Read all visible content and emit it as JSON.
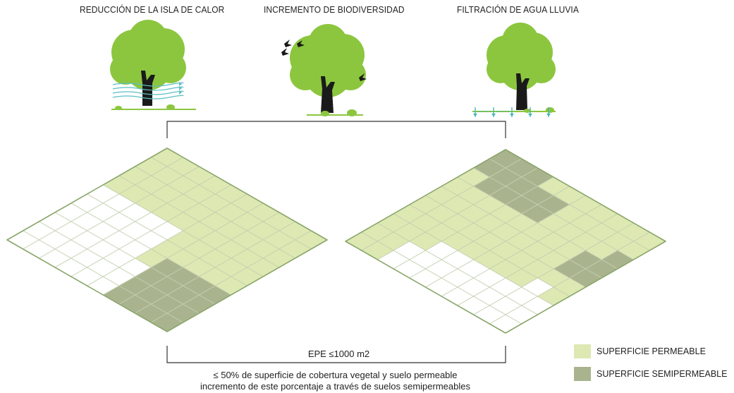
{
  "titles": {
    "heat": "REDUCCIÓN DE LA ISLA DE CALOR",
    "bio": "INCREMENTO DE BIODIVERSIDAD",
    "water": "FILTRACIÓN DE AGUA LLUVIA"
  },
  "epe": "EPE ≤1000 m2",
  "note_line1": "≤ 50% de superficie de cobertura vegetal y suelo permeable",
  "note_line2": "incremento de este porcentaje a través de suelos semipermeables",
  "legend": {
    "permeable": "SUPERFICIE PERMEABLE",
    "semipermeable": "SUPERFICIE SEMIPERMEABLE"
  },
  "colors": {
    "permeable": "#dde8b3",
    "semipermeable": "#a9b48f",
    "white": "#ffffff",
    "grid": "#c5cfb0",
    "border": "#8aa66a",
    "tree": "#8cc63f",
    "trunk": "#1a1a1a",
    "water": "#3ab3b8"
  },
  "grid_left": [
    "PPPPPPPPPP",
    "PPPPPPPPPP",
    "PPPPPPPPPP",
    "PPPPPPPPPP",
    "WWWWWPPPPP",
    "WWWWWPPPPP",
    "WWWWWPSSSS",
    "WWWWWWSSSS",
    "WWWWWWSSSS",
    "WWWWWWSSSS"
  ],
  "grid_right": [
    "SSSPPPPPPP",
    "SSSSSPPPPP",
    "PSSSSPPPPS",
    "PPPPPPPPSS",
    "PPPPPPPPSS",
    "PPPPPPPPPP",
    "PPPPPPPPWP",
    "PPPWWWWWWW",
    "PPWWWWWWWW",
    "PPWWWWWWWW"
  ]
}
